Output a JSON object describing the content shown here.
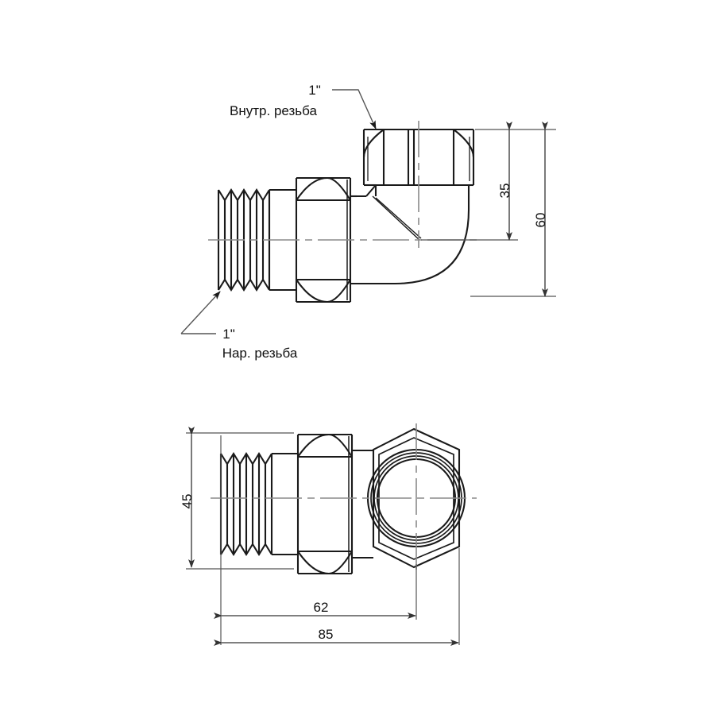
{
  "drawing": {
    "title": "Elbow fitting technical drawing",
    "line_color": "#1a1a1a",
    "dim_color": "#555555",
    "center_color": "#8a8a8a",
    "background": "#ffffff"
  },
  "annotations": {
    "top_thread_size": "1\"",
    "top_thread_type": "Внутр. резьба",
    "bottom_thread_size": "1\"",
    "bottom_thread_type": "Нар. резьба"
  },
  "dimensions": {
    "height_to_center": "35",
    "total_height": "60",
    "side_width": "45",
    "length_to_center": "62",
    "total_length": "85"
  },
  "views": {
    "elevation_label": "",
    "plan_label": ""
  }
}
